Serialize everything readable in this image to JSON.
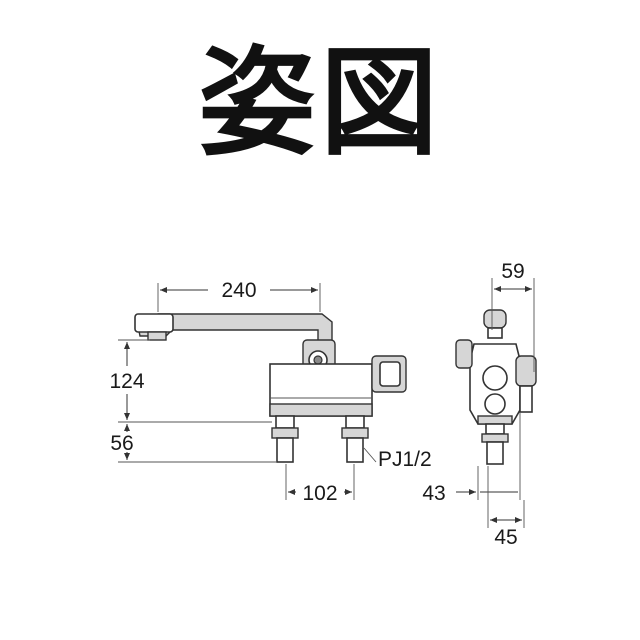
{
  "title": "姿図",
  "dimensions": {
    "spout_length": "240",
    "height_body": "124",
    "height_base": "56",
    "pitch": "102",
    "pipe_thread": "PJ1/2",
    "side_top_depth": "59",
    "side_front": "43",
    "side_bottom": "45"
  },
  "colors": {
    "line": "#333333",
    "shade": "#d6d6d6",
    "text": "#1a1a1a"
  }
}
